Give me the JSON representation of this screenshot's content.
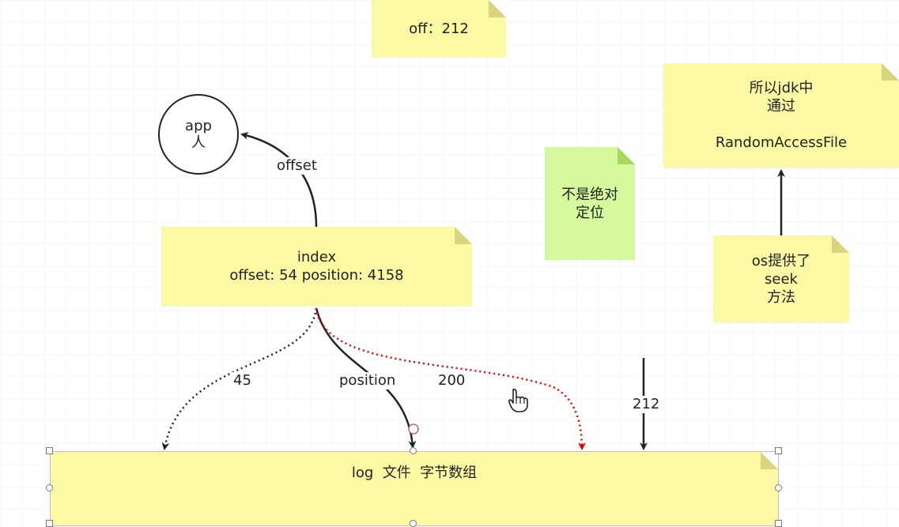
{
  "notes": {
    "off": {
      "lines": [
        "off：212"
      ]
    },
    "jdk": {
      "lines": [
        "所以jdk中",
        "通过",
        "",
        "RandomAccessFile"
      ]
    },
    "relative": {
      "lines": [
        "不是绝对",
        "定位"
      ]
    },
    "seek": {
      "lines": [
        "os提供了",
        "seek",
        "方法"
      ]
    },
    "index": {
      "lines": [
        "index",
        "offset: 54 position: 4158"
      ]
    },
    "log": {
      "lines": [
        "log  文件  字节数组"
      ]
    }
  },
  "circle": {
    "lines": [
      "app",
      "人"
    ]
  },
  "edges": {
    "offset": "offset",
    "e45": "45",
    "position": "position",
    "e200": "200",
    "e212": "212"
  },
  "colors": {
    "note_yellow": "#fbf9a4",
    "note_green": "#d7f99e",
    "edge": "#222222",
    "highlight_edge": "#e60000"
  },
  "icons": [
    "hand-pointer-icon"
  ]
}
